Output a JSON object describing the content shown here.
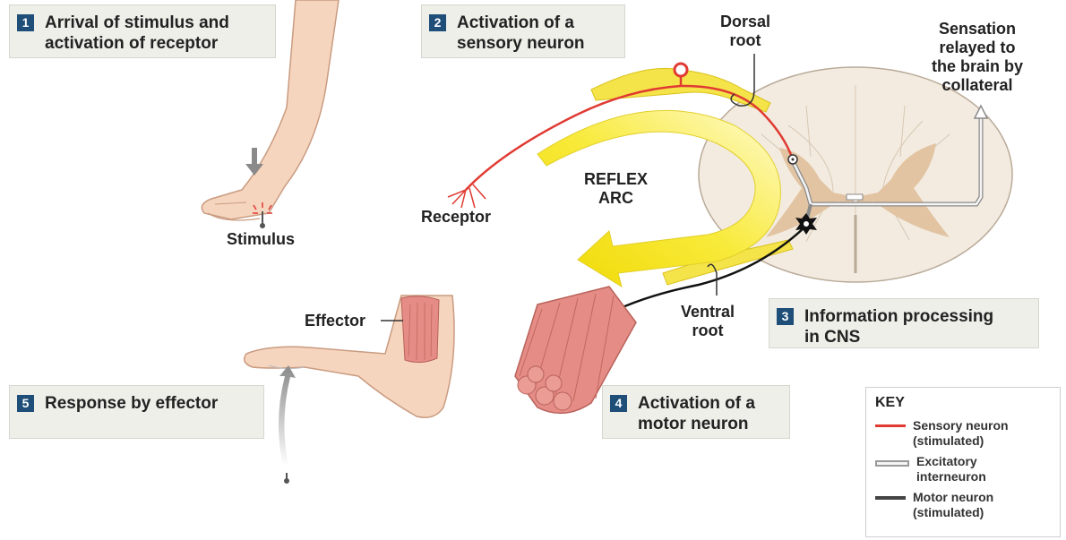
{
  "steps": [
    {
      "num": "1",
      "text": "Arrival of stimulus and\nactivation of receptor"
    },
    {
      "num": "2",
      "text": "Activation of a\nsensory neuron"
    },
    {
      "num": "3",
      "text": "Information processing\nin CNS"
    },
    {
      "num": "4",
      "text": "Activation of a\nmotor neuron"
    },
    {
      "num": "5",
      "text": "Response by effector"
    }
  ],
  "labels": {
    "stimulus": "Stimulus",
    "receptor": "Receptor",
    "dorsal_root": "Dorsal\nroot",
    "reflex_arc": "REFLEX\nARC",
    "sensation": "Sensation\nrelayed to\nthe brain by\ncollateral",
    "ventral_root": "Ventral\nroot",
    "effector": "Effector"
  },
  "key": {
    "title": "KEY",
    "items": [
      {
        "label": "Sensory neuron\n(stimulated)",
        "color": "#e03a32",
        "style": "solid"
      },
      {
        "label": "Excitatory\ninterneuron",
        "color": "#c8c8c8",
        "style": "double"
      },
      {
        "label": "Motor neuron\n(stimulated)",
        "color": "#444444",
        "style": "solid"
      }
    ]
  },
  "colors": {
    "step_badge": "#1f4e79",
    "sensory": "#e03a32",
    "motor": "#111111",
    "arc": "#f5e11a",
    "skin": "#f6d5bf",
    "cord": "#f3ebe0",
    "gray_matter": "#e2c4a2",
    "muscle": "#e48c85"
  }
}
